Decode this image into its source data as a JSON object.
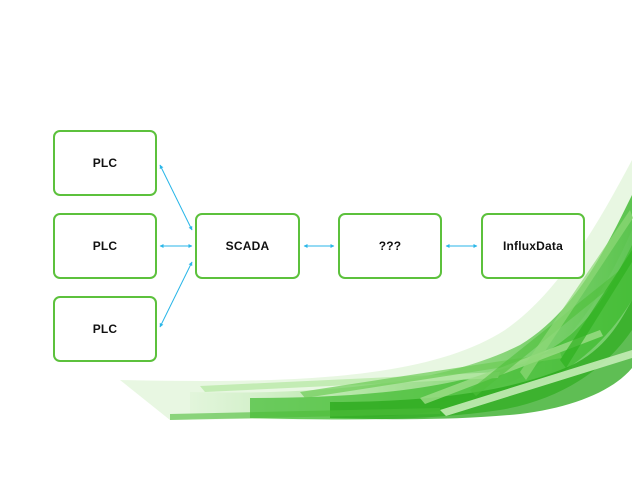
{
  "diagram": {
    "nodes": {
      "plc_1": "PLC",
      "plc_2": "PLC",
      "plc_3": "PLC",
      "scada": "SCADA",
      "unknown": "???",
      "influxdata": "InfluxData"
    },
    "edges": [
      {
        "from": "PLC",
        "to": "SCADA",
        "direction": "both"
      },
      {
        "from": "PLC",
        "to": "SCADA",
        "direction": "both"
      },
      {
        "from": "PLC",
        "to": "SCADA",
        "direction": "both"
      },
      {
        "from": "SCADA",
        "to": "???",
        "direction": "both"
      },
      {
        "from": "???",
        "to": "InfluxData",
        "direction": "both"
      }
    ],
    "colors": {
      "node_border": "#5cc13c",
      "arrow": "#29b6e8",
      "swoosh": "#3dbb2e"
    }
  }
}
